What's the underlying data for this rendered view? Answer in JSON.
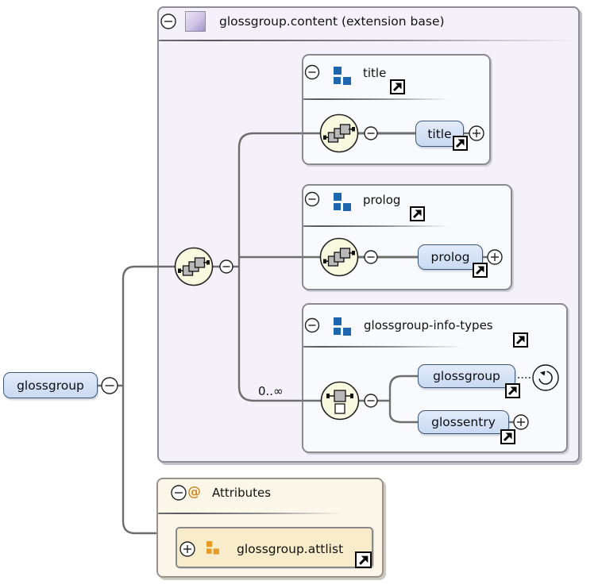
{
  "root": {
    "label": "glossgroup"
  },
  "container": {
    "header": "glossgroup.content (extension base)"
  },
  "groups": {
    "title": {
      "header": "title",
      "element": "title"
    },
    "prolog": {
      "header": "prolog",
      "element": "prolog"
    },
    "info": {
      "header": "glossgroup-info-types",
      "occurrence": "0..∞",
      "element_recursive": "glossgroup",
      "element2": "glossentry"
    }
  },
  "attributes": {
    "header": "Attributes",
    "at_symbol": "@",
    "attlist": "glossgroup.attlist"
  },
  "icons": {
    "compositor_sequence": "sequence-icon",
    "compositor_choice": "choice-icon",
    "recursion": "recursion-loop-icon",
    "link": "jump-to-definition-arrow-icon",
    "model_group": "model-group-squares-icon",
    "complex_type": "complex-type-purple-square-icon"
  },
  "colors": {
    "container_fill": "#f4f1fa",
    "group_fill": "#f8fafd",
    "element_fill": "#d5e1f5",
    "element_border": "#3d5878",
    "compositor_fill": "#fafae1",
    "attributes_fill": "#fdf7e9",
    "attlist_fill": "#f9ecca",
    "blue_icon": "#1e66ad",
    "orange_icon": "#e69b26",
    "at_color": "#cf8f2e",
    "connector": "#6e6e6e"
  }
}
